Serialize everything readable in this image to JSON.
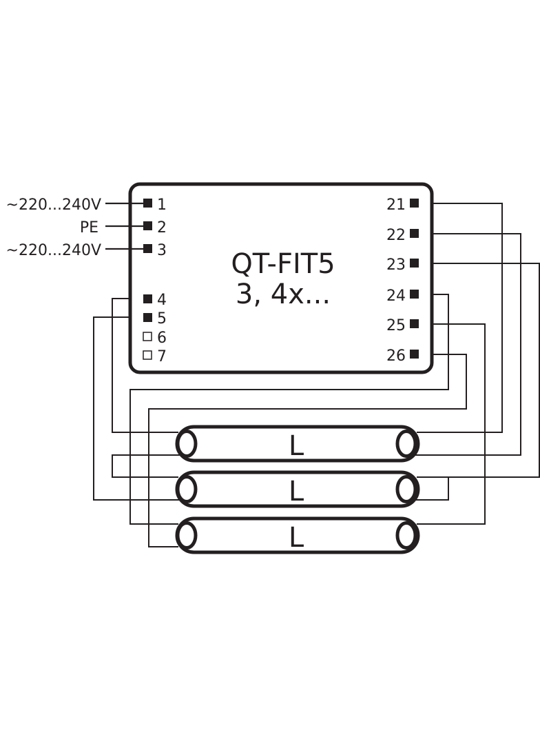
{
  "device": {
    "model": "QT-FIT5",
    "variant": "3, 4x..."
  },
  "supply": {
    "line1": "~220...240V",
    "earth": "PE",
    "line2": "~220...240V"
  },
  "terminals": {
    "t1": "1",
    "t2": "2",
    "t3": "3",
    "t4": "4",
    "t5": "5",
    "t6": "6",
    "t7": "7",
    "t21": "21",
    "t22": "22",
    "t23": "23",
    "t24": "24",
    "t25": "25",
    "t26": "26"
  },
  "lamps": [
    {
      "label": "L"
    },
    {
      "label": "L"
    },
    {
      "label": "L"
    }
  ],
  "colors": {
    "ink": "#231f20",
    "background": "#ffffff"
  }
}
